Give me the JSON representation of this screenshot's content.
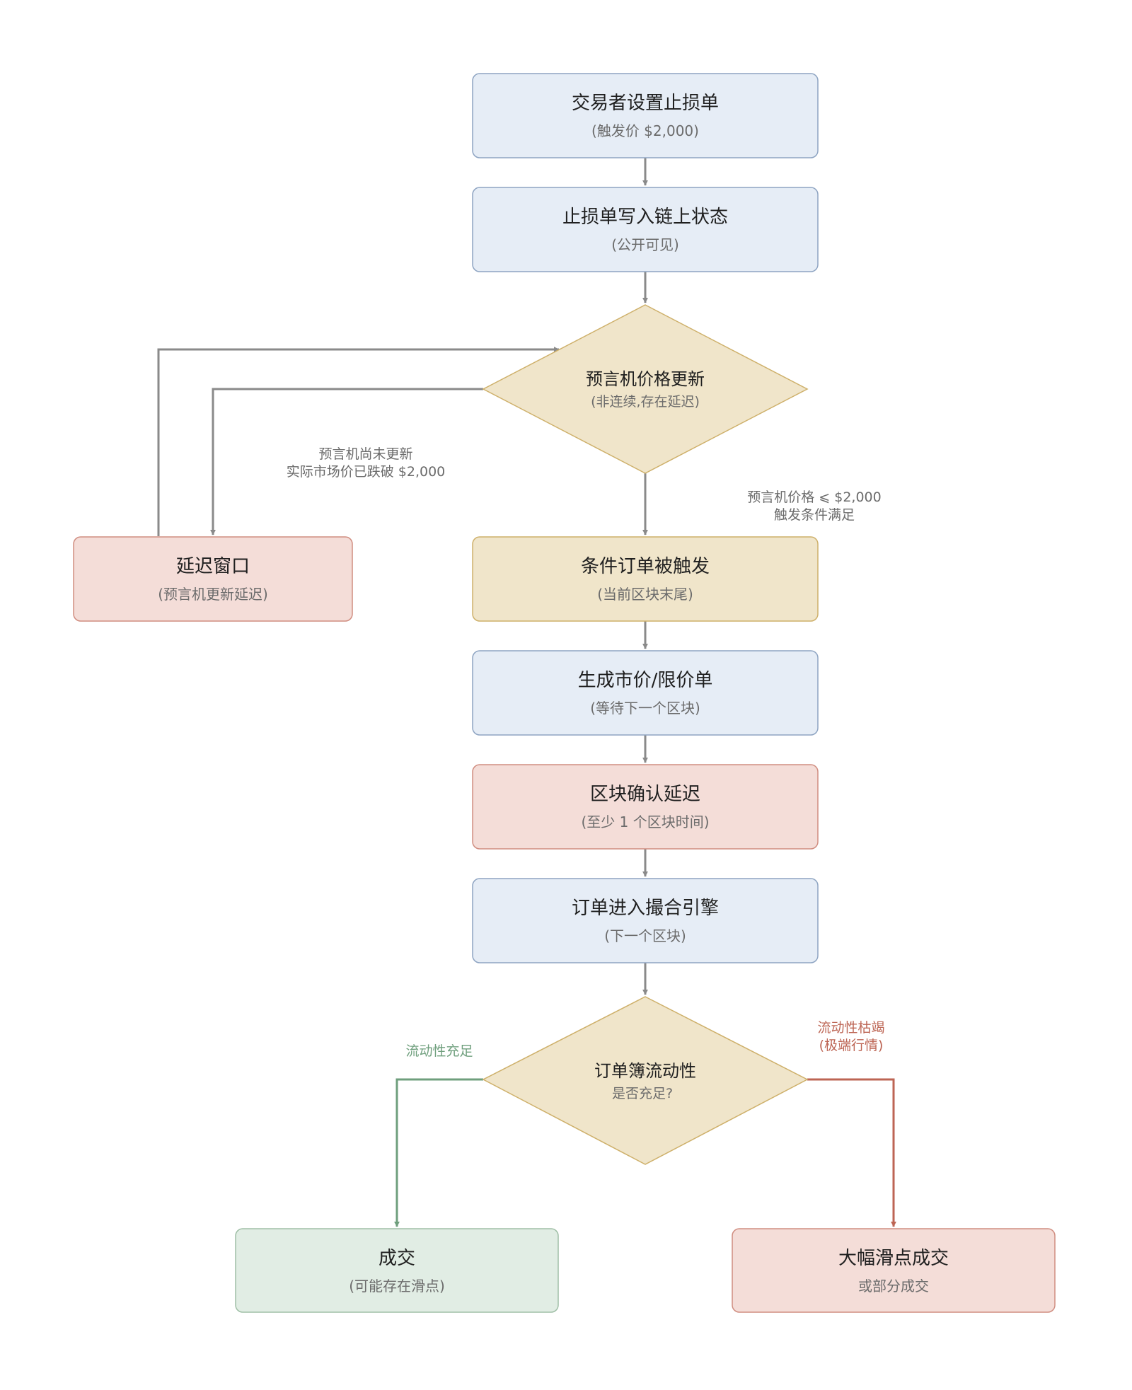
{
  "colors": {
    "blue_fill": "#e6edf6",
    "blue_stroke": "#8ea4c2",
    "yellow_fill": "#f0e5ca",
    "yellow_stroke": "#ceb06a",
    "red_fill": "#f4ddd8",
    "red_stroke": "#d08d80",
    "green_fill": "#e1ede4",
    "green_stroke": "#9fbfa6",
    "arrow_gray": "#8a8a8a",
    "arrow_green": "#6f9f7d",
    "arrow_red": "#bd6554",
    "label_gray": "#6b6b6b",
    "label_green": "#6f9f7d",
    "label_red": "#bd6554"
  },
  "nodes": {
    "set_stop": {
      "title": "交易者设置止损单",
      "subtitle": "(触发价 $2,000)"
    },
    "onchain": {
      "title": "止损单写入链上状态",
      "subtitle": "(公开可见)"
    },
    "oracle": {
      "title": "预言机价格更新",
      "subtitle": "(非连续,存在延迟)"
    },
    "delay_window": {
      "title": "延迟窗口",
      "subtitle": "(预言机更新延迟)"
    },
    "triggered": {
      "title": "条件订单被触发",
      "subtitle": "(当前区块末尾)"
    },
    "market_order": {
      "title": "生成市价/限价单",
      "subtitle": "(等待下一个区块)"
    },
    "block_delay": {
      "title": "区块确认延迟",
      "subtitle": "(至少 1 个区块时间)"
    },
    "matching": {
      "title": "订单进入撮合引擎",
      "subtitle": "(下一个区块)"
    },
    "liquidity": {
      "title": "订单簿流动性",
      "subtitle": "是否充足?"
    },
    "filled": {
      "title": "成交",
      "subtitle": "(可能存在滑点)"
    },
    "slippage": {
      "title": "大幅滑点成交",
      "subtitle": "或部分成交"
    }
  },
  "edge_labels": {
    "not_updated": [
      "预言机尚未更新",
      "实际市场价已跌破 $2,000"
    ],
    "condition_met": [
      "预言机价格 ⩽ $2,000",
      "触发条件满足"
    ],
    "sufficient": [
      "流动性充足"
    ],
    "dried_up": [
      "流动性枯竭",
      "(极端行情)"
    ]
  }
}
